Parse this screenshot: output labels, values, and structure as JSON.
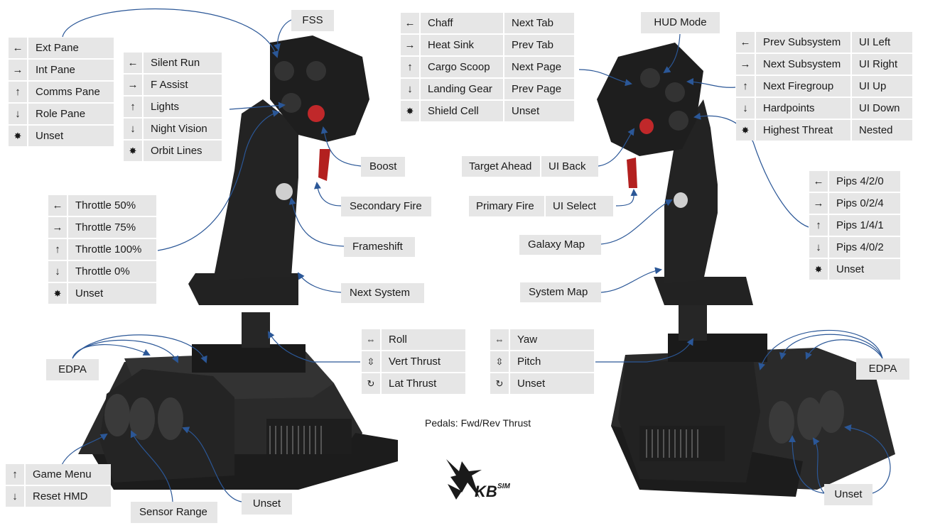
{
  "icons": {
    "left": "←",
    "right": "→",
    "up": "↑",
    "down": "↓",
    "press": "✸",
    "roll": "⇔",
    "vert": "⇳",
    "rotate": "↻"
  },
  "left_stick": {
    "ext_group": [
      "Ext Pane",
      "Int Pane",
      "Comms Pane",
      "Role Pane",
      "Unset"
    ],
    "silent_group": [
      "Silent Run",
      "F Assist",
      "Lights",
      "Night Vision",
      "Orbit Lines"
    ],
    "throttle_group": [
      "Throttle 50%",
      "Throttle 75%",
      "Throttle 100%",
      "Throttle 0%",
      "Unset"
    ],
    "fss": "FSS",
    "boost": "Boost",
    "secondary_fire": "Secondary Fire",
    "frameshift": "Frameshift",
    "next_system": "Next System",
    "axes": [
      "Roll",
      "Vert Thrust",
      "Lat Thrust"
    ],
    "edpa": "EDPA",
    "game_menu": "Game Menu",
    "reset_hmd": "Reset HMD",
    "sensor_range": "Sensor Range",
    "unset_bottom": "Unset"
  },
  "right_stick": {
    "chaff_group": [
      [
        "Chaff",
        "Next Tab"
      ],
      [
        "Heat Sink",
        "Prev Tab"
      ],
      [
        "Cargo Scoop",
        "Next Page"
      ],
      [
        "Landing Gear",
        "Prev Page"
      ],
      [
        "Shield Cell",
        "Unset"
      ]
    ],
    "hud_mode": "HUD Mode",
    "subsystem_group": [
      [
        "Prev Subsystem",
        "UI Left"
      ],
      [
        "Next Subsystem",
        "UI Right"
      ],
      [
        "Next Firegroup",
        "UI Up"
      ],
      [
        "Hardpoints",
        "UI Down"
      ],
      [
        "Highest Threat",
        "Nested"
      ]
    ],
    "target_ahead": "Target Ahead",
    "ui_back": "UI Back",
    "primary_fire": "Primary Fire",
    "ui_select": "UI Select",
    "pips_group": [
      "Pips 4/2/0",
      "Pips 0/2/4",
      "Pips 1/4/1",
      "Pips 4/0/2",
      "Unset"
    ],
    "galaxy_map": "Galaxy Map",
    "system_map": "System Map",
    "axes": [
      "Yaw",
      "Pitch",
      "Unset"
    ],
    "edpa": "EDPA",
    "unset_bottom": "Unset"
  },
  "pedals": "Pedals: Fwd/Rev Thrust",
  "logo_text": "KB SIM"
}
